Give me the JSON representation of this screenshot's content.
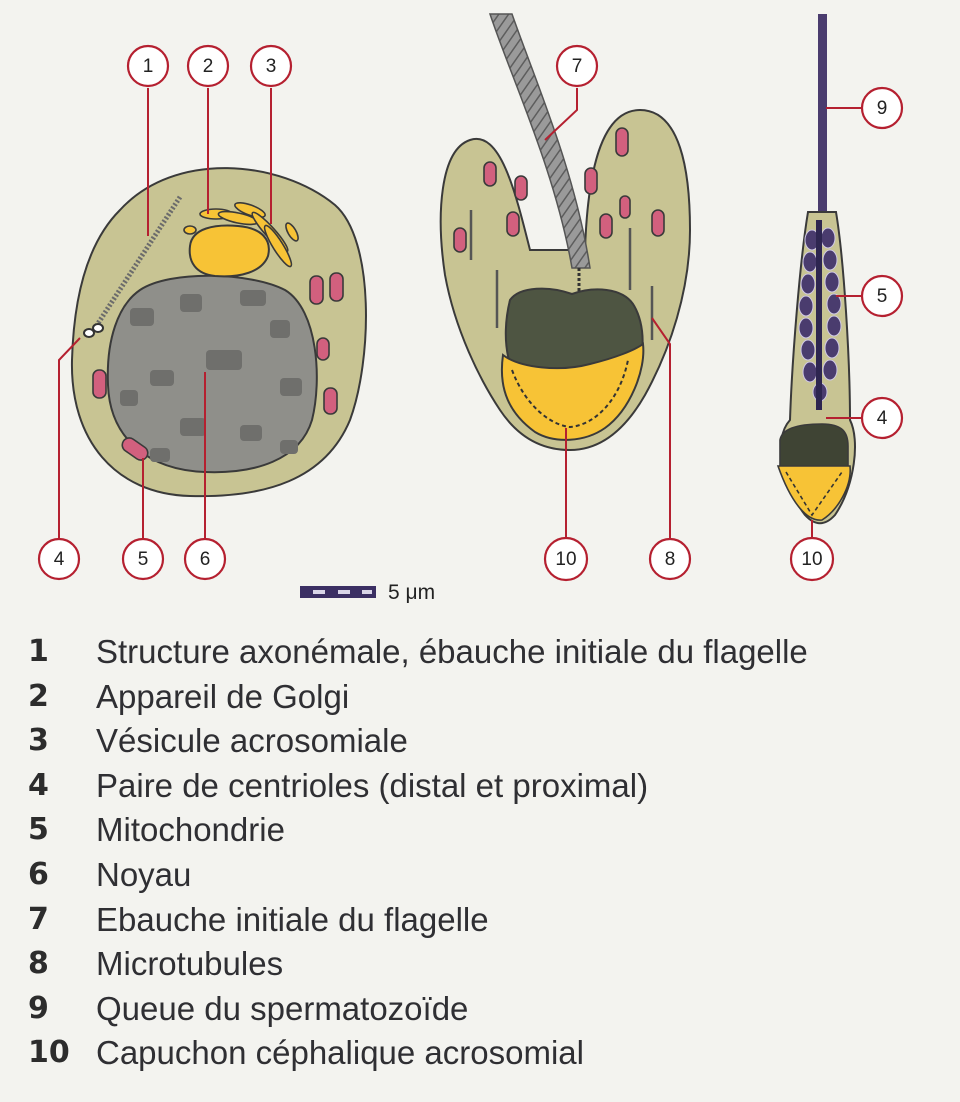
{
  "scale_bar": {
    "label": "5 μm"
  },
  "callouts": {
    "c1": "1",
    "c2": "2",
    "c3": "3",
    "c4a": "4",
    "c5a": "5",
    "c6": "6",
    "c7": "7",
    "c10a": "10",
    "c8": "8",
    "c9": "9",
    "c5b": "5",
    "c4b": "4",
    "c10b": "10"
  },
  "legend": [
    {
      "num": "1",
      "label": "Structure axonémale, ébauche initiale du flagelle"
    },
    {
      "num": "2",
      "label": "Appareil de Golgi"
    },
    {
      "num": "3",
      "label": "Vésicule acrosomiale"
    },
    {
      "num": "4",
      "label": "Paire de centrioles (distal et proximal)"
    },
    {
      "num": "5",
      "label": "Mitochondrie"
    },
    {
      "num": "6",
      "label": "Noyau"
    },
    {
      "num": "7",
      "label": "Ebauche initiale du flagelle"
    },
    {
      "num": "8",
      "label": "Microtubules"
    },
    {
      "num": "9",
      "label": "Queue du spermatozoïde"
    },
    {
      "num": "10",
      "label": "Capuchon céphalique acrosomial"
    }
  ],
  "colors": {
    "background": "#f3f3ef",
    "cytoplasm": "#c8c493",
    "nucleus": "#8f8f8a",
    "condensed_nucleus": "#4e5542",
    "acrosome": "#f7c336",
    "mitochondria": "#d2607e",
    "tail": "#4a3c6e",
    "leader_line": "#b52030"
  }
}
